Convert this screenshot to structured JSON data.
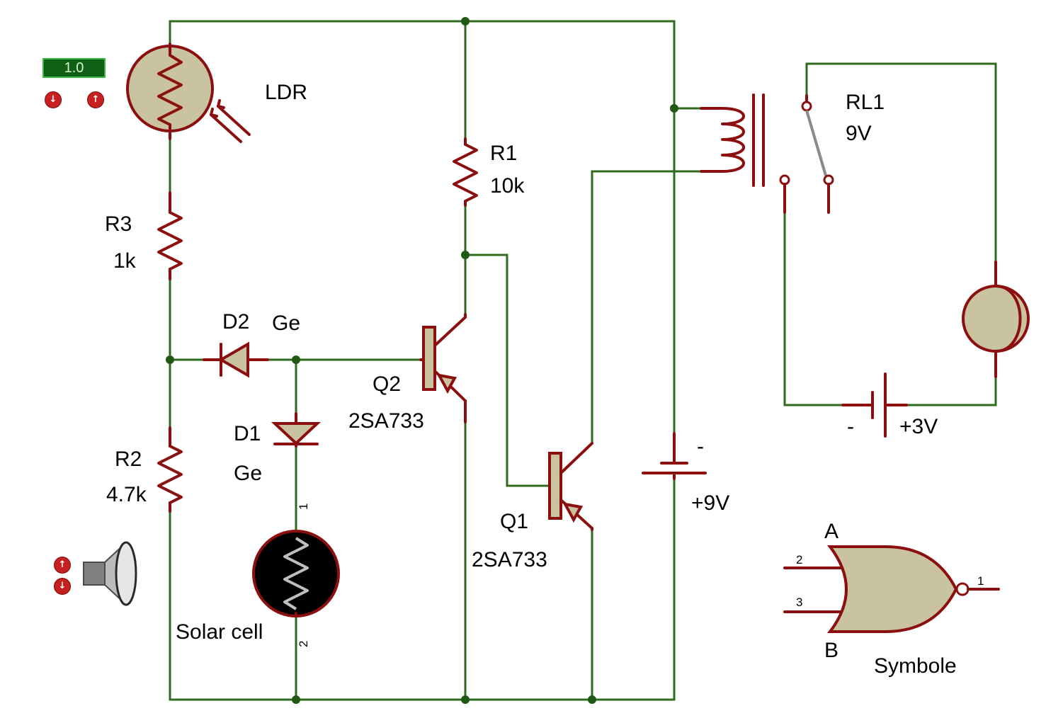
{
  "labels": {
    "ldr": "LDR",
    "r1_name": "R1",
    "r1_value": "10k",
    "r3_name": "R3",
    "r3_value": "1k",
    "r2_name": "R2",
    "r2_value": "4.7k",
    "d2_name": "D2",
    "d2_type": "Ge",
    "d1_name": "D1",
    "d1_type": "Ge",
    "q2_name": "Q2",
    "q2_part": "2SA733",
    "q1_name": "Q1",
    "q1_part": "2SA733",
    "relay_name": "RL1",
    "relay_voltage": "9V",
    "battery9_neg": "-",
    "battery9_pos": "+9V",
    "battery3_neg": "-",
    "battery3_pos": "+3V",
    "solar_cell": "Solar cell",
    "solar_pin1": "1",
    "solar_pin2": "2",
    "gate_a": "A",
    "gate_b": "B",
    "gate_pin2": "2",
    "gate_pin3": "3",
    "gate_pin1": "1",
    "gate_caption": "Symbole"
  },
  "ldr_control": {
    "value": "1.0",
    "decrease_icon": "down-arrow-icon",
    "increase_icon": "up-arrow-icon"
  },
  "speaker_control": {
    "increase_icon": "up-arrow-icon",
    "decrease_icon": "down-arrow-icon"
  },
  "colors": {
    "wire": "#2e6b1e",
    "component": "#8b0f0f",
    "component_fill": "#c9c3a0",
    "junction": "#1f5a12"
  }
}
